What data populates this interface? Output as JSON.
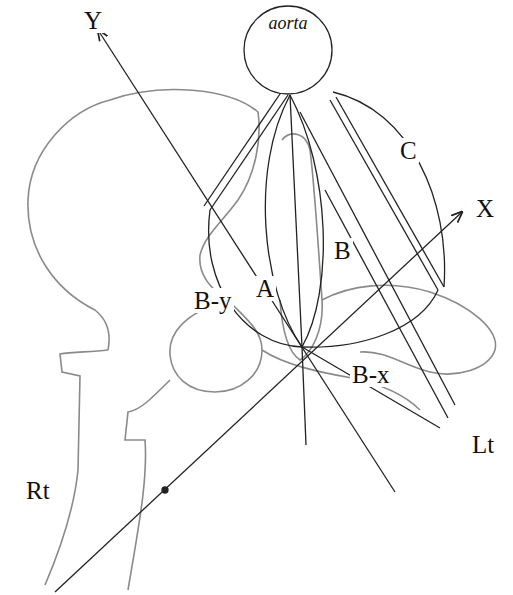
{
  "diagram": {
    "nodes": [
      {
        "text": [
          "aorta"
        ]
      }
    ],
    "labels": [
      "Y",
      "C",
      "X",
      "B",
      "B-y",
      "A",
      "B-x",
      "Lt",
      "Rt"
    ]
  }
}
